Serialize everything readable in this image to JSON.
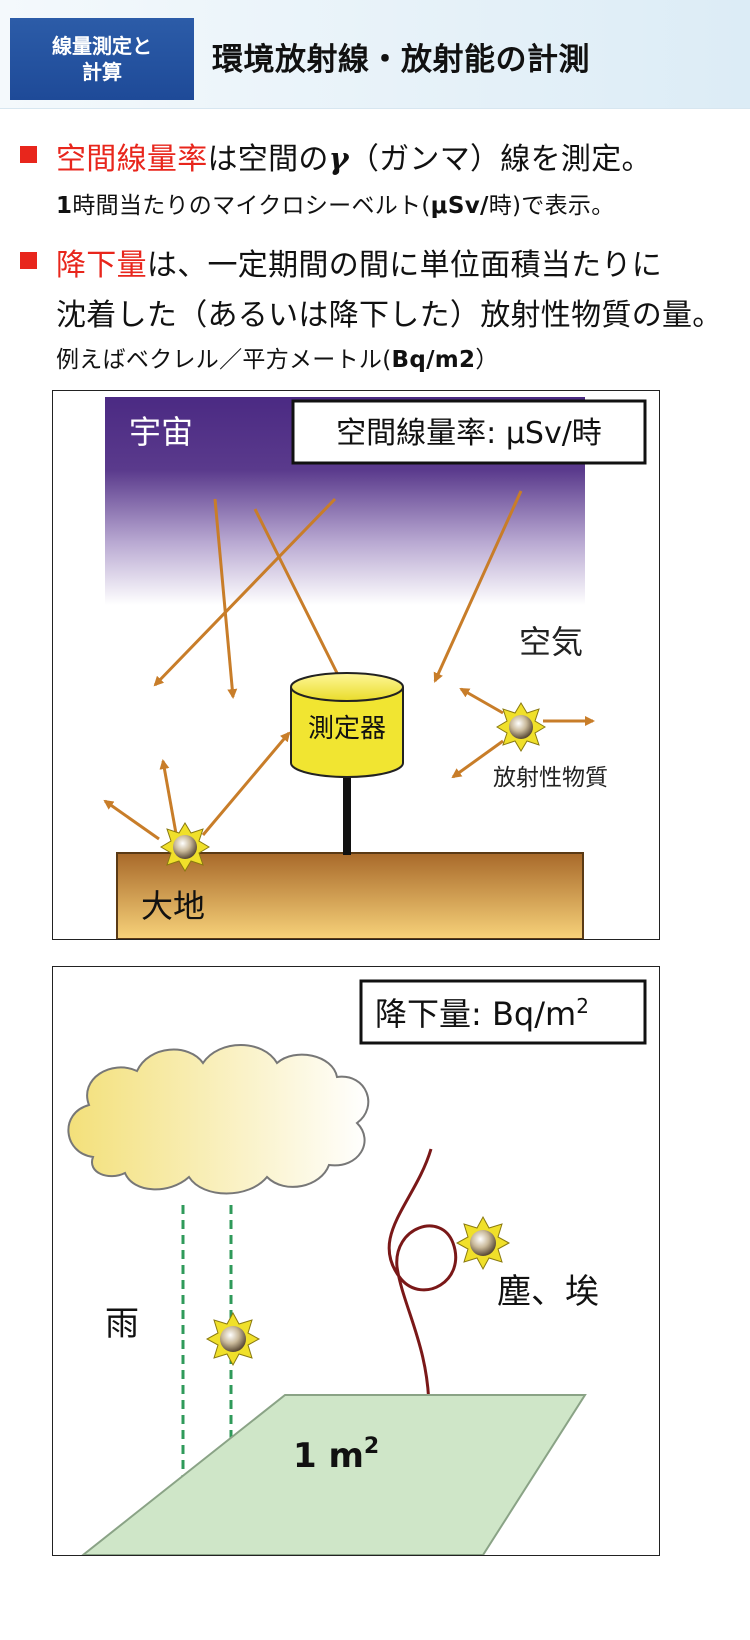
{
  "header": {
    "badge_line1": "線量測定と",
    "badge_line2": "計算",
    "title": "環境放射線・放射能の計測"
  },
  "bullets": [
    {
      "term": "空間線量率",
      "text_a": "は空間の",
      "gamma": "γ",
      "text_b": "（ガンマ）線を測定。",
      "sub_bold_a": "1",
      "sub_a": "時間当たりのマイクロシーベルト(",
      "sub_bold_b": "μSv/",
      "sub_b": "時)で表示。"
    },
    {
      "term": "降下量",
      "text_a": "は、一定期間の間に単位面積当たりに",
      "text_b": "沈着した（あるいは降下した）放射性物質の量。",
      "sub_a": "例えばベクレル／平方メートル(",
      "sub_bold": "Bq/m2",
      "sub_b": "）"
    }
  ],
  "diagram1": {
    "label_box": "空間線量率: μSv/時",
    "space": "宇宙",
    "air": "空気",
    "detector": "測定器",
    "radioactive": "放射性物質",
    "ground": "大地",
    "colors": {
      "sky": "#4b2a83",
      "arrow": "#c87d29",
      "detector": "#f3e834",
      "ground": "#c88c3e"
    }
  },
  "diagram2": {
    "label_box_prefix": "降下量: Bq/m",
    "label_box_sup": "2",
    "rain": "雨",
    "dust": "塵、埃",
    "area_num": "1 m",
    "area_sup": "2",
    "colors": {
      "cloud": "#f3e07a",
      "rain": "#2f9a5a",
      "dust_path": "#7a1818",
      "area": "#cfe6c8"
    }
  }
}
